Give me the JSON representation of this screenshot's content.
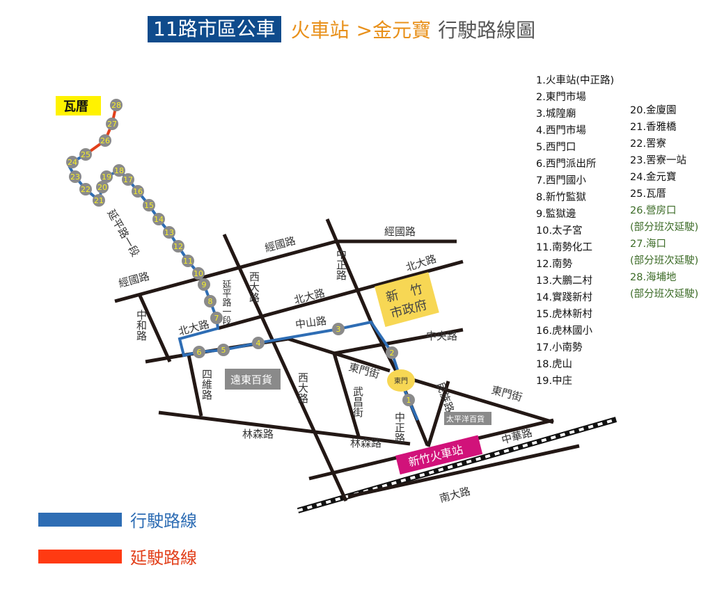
{
  "title": {
    "route": "11路市區公車",
    "from": "火車站",
    "to": ">金元寶",
    "suffix": "行駛路線圖"
  },
  "colors": {
    "route": "#2e6db4",
    "extension": "#e2401b",
    "stop": "#8a8a8a",
    "stop_text": "#f5ee2a",
    "title_box": "#0f4b8c",
    "orange": "#e8901a",
    "green": "#3c6b27",
    "magenta": "#d1127a",
    "yellow": "#f7d754"
  },
  "stops_col1": [
    "1.火車站(中正路)",
    "2.東門市場",
    "3.城隍廟",
    "4.西門市場",
    "5.西門口",
    "6.西門派出所",
    "7.西門國小",
    "8.新竹監獄",
    "9.監獄邊",
    "10.太子宮",
    "11.南勢化工",
    "12.南勢",
    "13.大鵬二村",
    "14.實踐新村",
    "15.虎林新村",
    "16.虎林國小",
    "17.小南勢",
    "18.虎山",
    "19.中庄"
  ],
  "stops_col2": [
    "20.金廈園",
    "21.香雅橋",
    "22.罟寮",
    "23.罟寮一站",
    "24.金元寶",
    "25.瓦厝"
  ],
  "stops_ext": [
    {
      "name": "26.營房口",
      "note": "(部分班次延駛)"
    },
    {
      "name": "27.海口",
      "note": "(部分班次延駛)"
    },
    {
      "name": "28.海埔地",
      "note": "(部分班次延駛)"
    }
  ],
  "map": {
    "stop_numbers": [
      "1",
      "2",
      "3",
      "4",
      "5",
      "6",
      "7",
      "8",
      "9",
      "10",
      "11",
      "12",
      "13",
      "14",
      "15",
      "16",
      "17",
      "18",
      "19",
      "20",
      "21",
      "22",
      "23",
      "24",
      "25",
      "26",
      "27",
      "28"
    ],
    "dongmen": "東門",
    "terminal": "瓦厝",
    "landmarks": {
      "far_eastern": "遠東百貨",
      "pacific": "太平洋百貨",
      "city_hall_1": "新　竹",
      "city_hall_2": "市政府",
      "station": "新竹火車站"
    },
    "roads": {
      "jingguo_w": "經國路",
      "jingguo_m": "經國路",
      "jingguo_e": "經國路",
      "beida_e": "北大路",
      "beida_m": "北大路",
      "beida_w": "北大路",
      "zhongshan": "中山路",
      "zhongzheng_n": "中正路",
      "zhongzheng_s": "中正路",
      "xida_n": "西大路",
      "xida_s": "西大路",
      "zhonghe": "中和路",
      "yanping_s": "延平路一段",
      "yanping_n": "延平路一段",
      "siwei": "四維路",
      "wuchang": "武昌街",
      "dongmen_w": "東門街",
      "dongmen_e": "東門街",
      "zhongyang": "中央路",
      "minzu": "民族路",
      "linsen_w": "林森路",
      "linsen_e": "林森路",
      "zhonghua": "中華路",
      "nanda": "南大路"
    }
  },
  "legend": {
    "route": "行駛路線",
    "extension": "延駛路線"
  }
}
